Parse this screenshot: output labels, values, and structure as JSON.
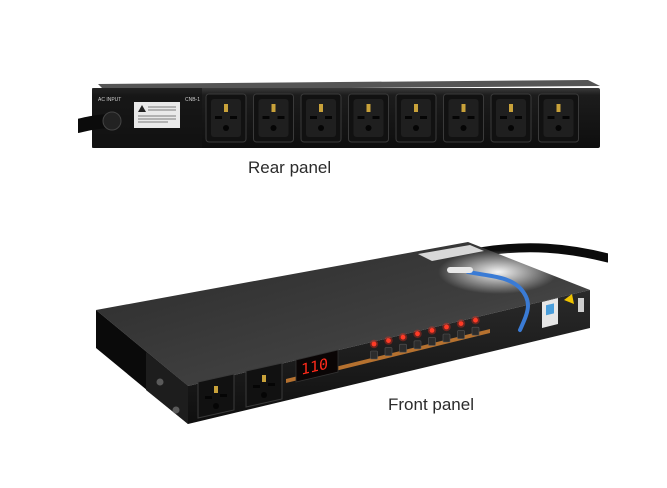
{
  "rear": {
    "ac_input_label": "AC INPUT",
    "model_label": "CNB-1",
    "outlet_count": 8
  },
  "front": {
    "display_value": "110",
    "indicator_count": 8,
    "front_outlet_count": 2
  },
  "labels": {
    "rear": "Rear panel",
    "front": "Front panel"
  },
  "colors": {
    "chassis": "#1a1a1a",
    "chassis_top": "#2e2e2e",
    "accent_strip": "#b5712f",
    "led_red": "#ff2a1a",
    "lamp_blue": "#3a7bd5"
  }
}
